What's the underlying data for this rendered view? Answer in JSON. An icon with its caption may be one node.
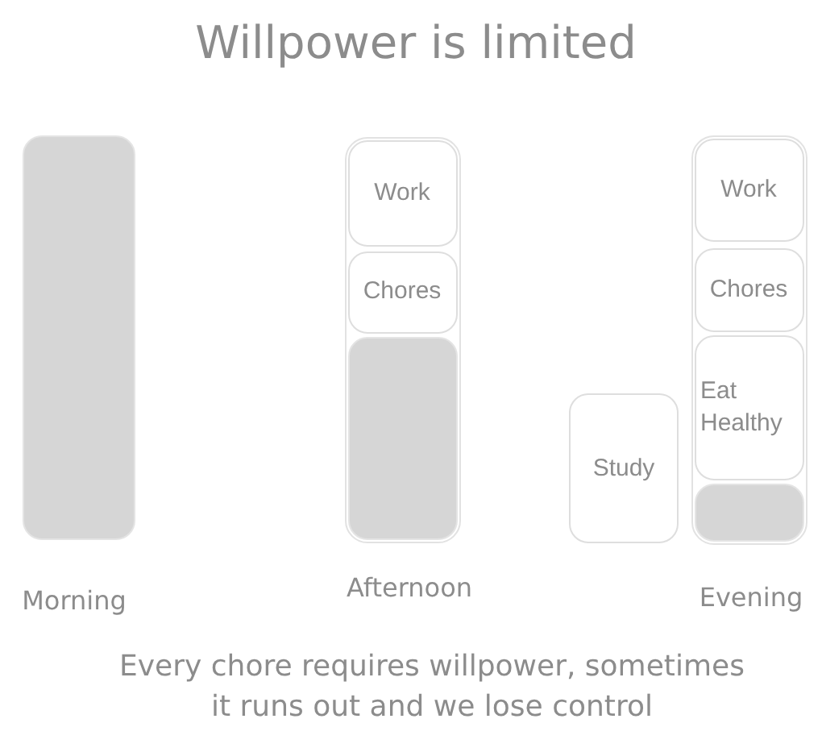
{
  "diagram": {
    "title": "Willpower is limited",
    "caption": "Every chore requires willpower, sometimes it runs out and we lose control",
    "nodes": [
      {
        "text": [],
        "shape": "bar",
        "beside": [
          "Morning"
        ]
      },
      {
        "text": [],
        "shape": "box",
        "beside": [
          "Afternoon"
        ]
      },
      {
        "text": [
          "Work"
        ],
        "in": 1
      },
      {
        "text": [
          "Chores"
        ],
        "in": 1
      },
      {
        "text": [],
        "shape": "bar",
        "in": 1
      },
      {
        "text": [
          "Study"
        ]
      },
      {
        "text": [],
        "shape": "box",
        "beside": [
          "Evening"
        ]
      },
      {
        "text": [
          "Work"
        ],
        "in": 6
      },
      {
        "text": [
          "Chores"
        ],
        "in": 6
      },
      {
        "text": [
          "Eat Healthy"
        ],
        "in": 6
      },
      {
        "text": [],
        "shape": "bar",
        "in": 6
      }
    ]
  }
}
